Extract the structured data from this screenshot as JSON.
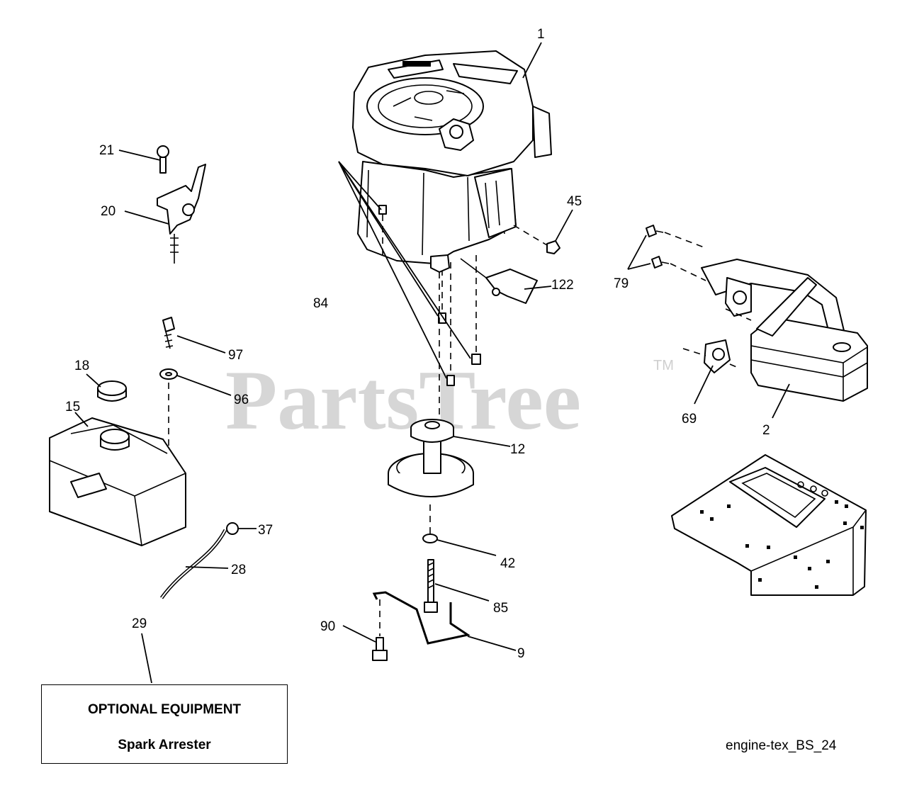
{
  "watermark": {
    "text": "PartsTree",
    "tm": "TM"
  },
  "callouts": {
    "c1": "1",
    "c2": "2",
    "c9": "9",
    "c12": "12",
    "c15": "15",
    "c18": "18",
    "c20": "20",
    "c21": "21",
    "c28": "28",
    "c29": "29",
    "c37": "37",
    "c42": "42",
    "c45": "45",
    "c69": "69",
    "c79": "79",
    "c84": "84",
    "c85": "85",
    "c90": "90",
    "c96": "96",
    "c97": "97",
    "c122": "122"
  },
  "optional_box": {
    "title": "OPTIONAL EQUIPMENT",
    "subtitle": "Spark Arrester"
  },
  "diagram_id": "engine-tex_BS_24"
}
